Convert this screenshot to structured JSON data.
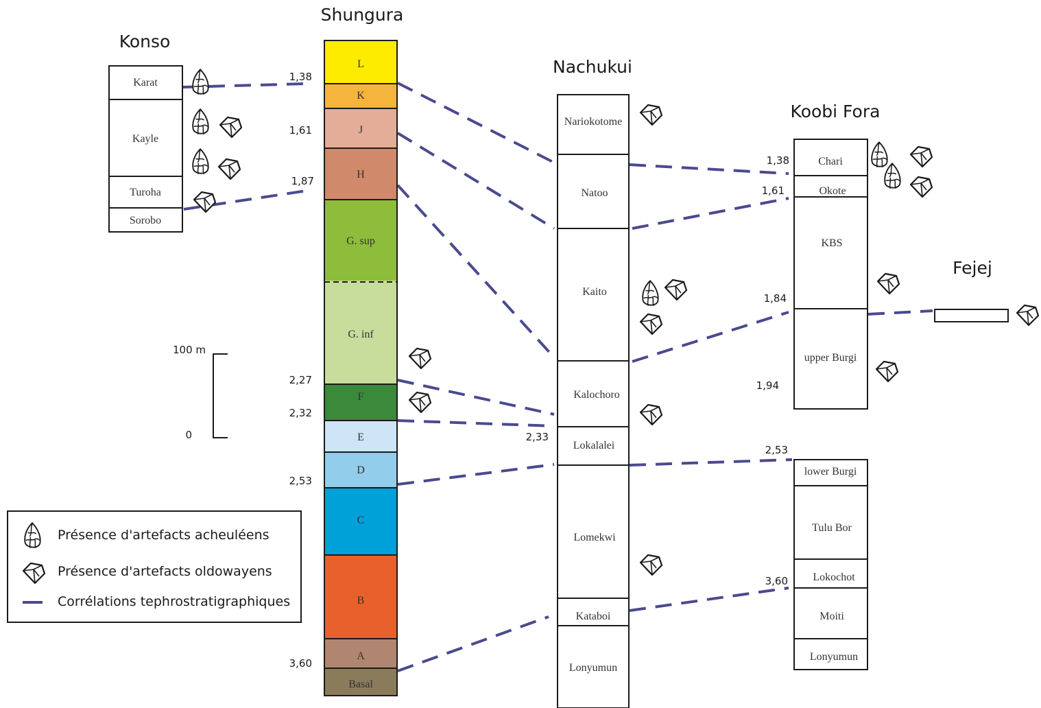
{
  "titles": {
    "konso": "Konso",
    "shungura": "Shungura",
    "nachukui": "Nachukui",
    "koobi_fora": "Koobi Fora",
    "fejej": "Fejej"
  },
  "konso_units": [
    "Karat",
    "Kayle",
    "Turoha",
    "Sorobo"
  ],
  "shungura_units": [
    "L",
    "K",
    "J",
    "H",
    "G. sup",
    "G. inf",
    "F",
    "E",
    "D",
    "C",
    "B",
    "A",
    "Basal"
  ],
  "shungura_colors": [
    "#fdeb00",
    "#f5b43c",
    "#e3ad98",
    "#d1896b",
    "#8dbd3a",
    "#c8dc9c",
    "#3b8a3c",
    "#cde5f6",
    "#92cdeb",
    "#00a0d8",
    "#e8612c",
    "#b18670",
    "#8a7c5b"
  ],
  "nachukui_units": [
    "Nariokotome",
    "Natoo",
    "Kaito",
    "Kalochoro",
    "Lokalalei",
    "Lomekwi",
    "Kataboi",
    "Lonyumun"
  ],
  "koobi_fora_units_upper": [
    "Chari",
    "Okote",
    "KBS",
    "upper Burgi"
  ],
  "koobi_fora_units_lower": [
    "lower Burgi",
    "Tulu Bor",
    "Lokochot",
    "Moiti",
    "Lonyumun"
  ],
  "ages": {
    "shungura_1_38": "1,38",
    "shungura_1_61": "1,61",
    "shungura_1_87": "1,87",
    "shungura_2_27": "2,27",
    "shungura_2_32": "2,32",
    "shungura_2_53": "2,53",
    "shungura_3_60": "3,60",
    "nachukui_2_33": "2,33",
    "koobi_1_38": "1,38",
    "koobi_1_61": "1,61",
    "koobi_1_84": "1,84",
    "koobi_1_94": "1,94",
    "koobi_2_53": "2,53",
    "koobi_3_60": "3,60"
  },
  "scale": {
    "top": "100 m",
    "bottom": "0"
  },
  "legend": {
    "acheulean": "Présence d'artefacts acheuléens",
    "oldowan": "Présence d'artefacts oldowayens",
    "correlation": "Corrélations tephrostratigraphiques"
  },
  "icons": {
    "acheulean": "handaxe-icon",
    "oldowan": "pebble-tool-icon"
  },
  "colors": {
    "correlation_line": "#4a4a8f",
    "outline": "#1a1a1a"
  }
}
